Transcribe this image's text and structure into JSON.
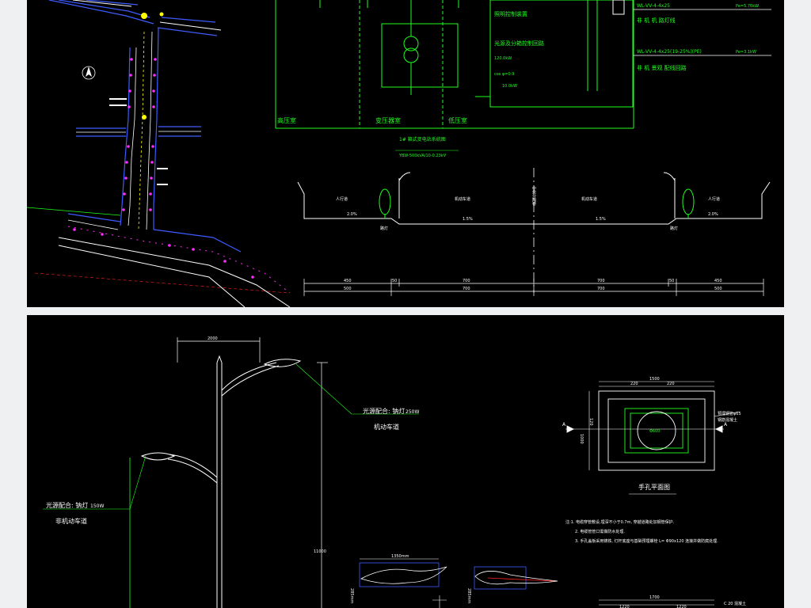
{
  "colors": {
    "background": "#000000",
    "frame": "#eef0f2",
    "green": "#1eff1e",
    "white": "#ffffff",
    "yellow": "#ffff00",
    "magenta": "#ff2bff",
    "blue": "#3d5cff",
    "red": "#ff2020",
    "cyan": "#00e5ff"
  },
  "top_panel": {
    "electrical": {
      "room_hv": "高压室",
      "room_tx": "变压器室",
      "room_lv": "低压室",
      "schematic_caption": "1# 箱式变电站系统图",
      "transformer_label": "YBW-500kVA/10-0.23kV",
      "cable_row_1": "WL-VV-4-4x25",
      "cable_row_1_note": "非 机 机 路灯线",
      "cable_row_2": "WL-VV-4-4x25(19-25%)(PE)",
      "cable_row_2_note": "非 机 景观 配线回路",
      "power_1": "Pe=5.76kW",
      "power_2": "Pe=3.1kW",
      "note_1": "照明控制装置",
      "note_2": "光源及分箱控制回路",
      "unit_1": "120.0kW",
      "unit_2": "cos φ=0.9",
      "meter": "10.0kW"
    },
    "section": {
      "sidewalk_left": "人行道",
      "lane_left": "机动车道",
      "median": "中央分隔带",
      "lane_right": "机动车道",
      "sidewalk_right": "人行道",
      "slope_left": "2.0%",
      "slope_mid_left": "1.5%",
      "slope_mid_right": "1.5%",
      "slope_right": "2.0%",
      "pole_left": "路灯",
      "pole_right": "路灯",
      "dims_top": [
        "450",
        "50",
        "700",
        "700",
        "50",
        "450"
      ],
      "dims_bottom": [
        "500",
        "700",
        "700",
        "500"
      ]
    }
  },
  "bottom_panel": {
    "pole": {
      "arm_dim": "2000",
      "height_dim": "11000",
      "lamp_upper_text": "光源配合: 钠灯",
      "lamp_upper_power": "250W",
      "lamp_upper_road": "机动车道",
      "lamp_lower_text": "光源配合: 钠灯",
      "lamp_lower_power": "150W",
      "lamp_lower_road": "非机动车道"
    },
    "luminaire": {
      "width_dim": "1350mm",
      "height_dim": "285mm",
      "height_dim_2": "285mm"
    },
    "handhole": {
      "title": "手孔平面图",
      "width_dim": "1500",
      "inner_dim_left": "220",
      "inner_dim_right": "220",
      "depth_dim": "1000",
      "side_dim": "120",
      "center_label": "Φ600",
      "callout_1": "预埋钢管φ65",
      "callout_2": "钢筋混凝土",
      "section_a_left": "A",
      "section_a_right": "A",
      "bottom_dim": "1700",
      "bottom_dim_left": "1220",
      "bottom_dim_right": "1220",
      "bottom_note": "C 20 混凝土"
    },
    "notes": {
      "note_1": "注:1. 电缆穿管敷设,埋深不小于0.7m, 穿越道路处加钢管保护.",
      "note_2": "2. 电缆管管口需做防水处理.",
      "note_3": "3. 手孔盖板采用铸铁, 灯杆底座与基础预埋螺栓 L= Φ90x120 连接并做防腐处理."
    }
  }
}
